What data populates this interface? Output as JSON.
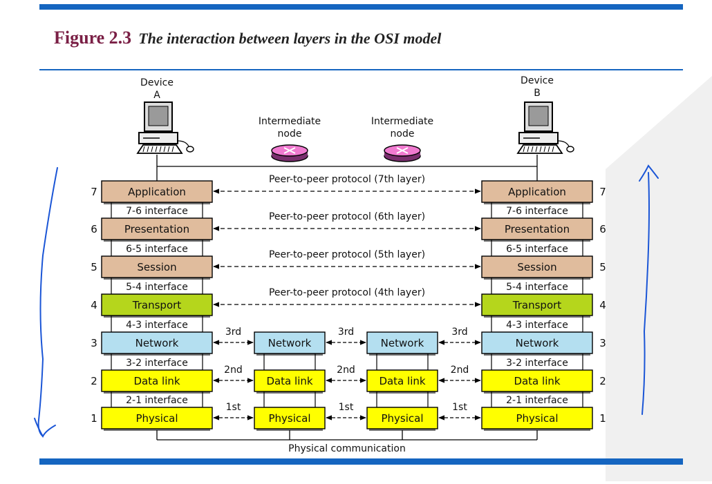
{
  "figure": {
    "label": "Figure 2.3",
    "caption": "The interaction between layers in the OSI model"
  },
  "devices": {
    "a": {
      "line1": "Device",
      "line2": "A"
    },
    "b": {
      "line1": "Device",
      "line2": "B"
    }
  },
  "intermediate_nodes": [
    {
      "line1": "Intermediate",
      "line2": "node"
    },
    {
      "line1": "Intermediate",
      "line2": "node"
    }
  ],
  "layers": [
    {
      "number": "7",
      "name": "Application",
      "color": "#e0bc9d"
    },
    {
      "number": "6",
      "name": "Presentation",
      "color": "#e0bc9d"
    },
    {
      "number": "5",
      "name": "Session",
      "color": "#e0bc9d"
    },
    {
      "number": "4",
      "name": "Transport",
      "color": "#b5d61c"
    },
    {
      "number": "3",
      "name": "Network",
      "color": "#b4dff0"
    },
    {
      "number": "2",
      "name": "Data link",
      "color": "#ffff00"
    },
    {
      "number": "1",
      "name": "Physical",
      "color": "#ffff00"
    }
  ],
  "interfaces": [
    "7-6 interface",
    "6-5 interface",
    "5-4 interface",
    "4-3 interface",
    "3-2 interface",
    "2-1 interface"
  ],
  "peer_protocols": [
    "Peer-to-peer protocol (7th layer)",
    "Peer-to-peer protocol (6th layer)",
    "Peer-to-peer protocol (5th layer)",
    "Peer-to-peer protocol (4th layer)"
  ],
  "hop_labels": {
    "network": "3rd",
    "data_link": "2nd",
    "physical": "1st"
  },
  "physical_communication": "Physical communication",
  "colors": {
    "brand_blue": "#1565c0",
    "title_maroon": "#7a1f45",
    "node_pink": "#f07ad0",
    "node_base": "#7a2f6e",
    "annotation_blue": "#1a55d6"
  }
}
